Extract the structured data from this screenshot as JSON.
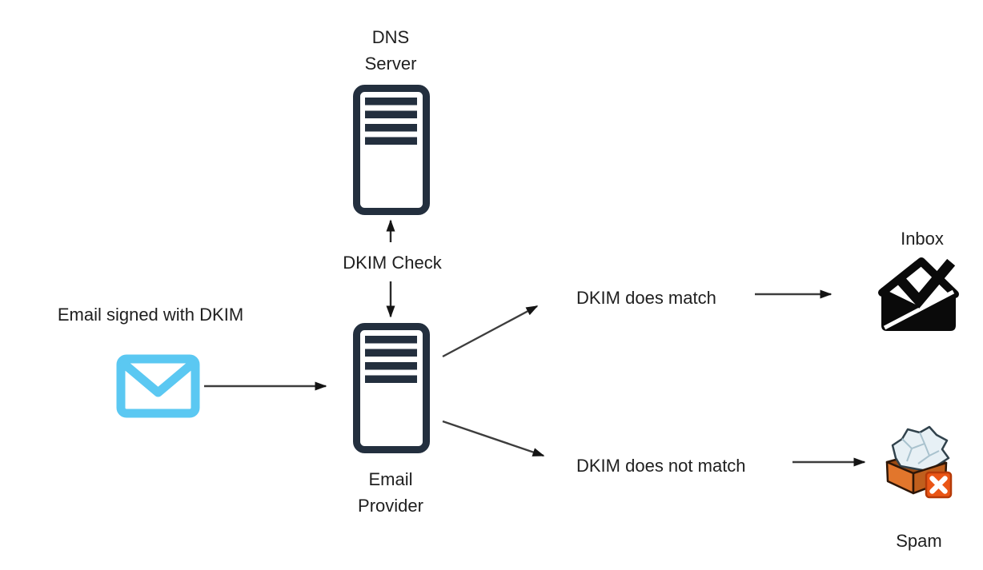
{
  "diagram": {
    "type": "flowchart",
    "nodes": {
      "email_signed": {
        "label": "Email signed with DKIM",
        "icon": "envelope-icon"
      },
      "dns_server": {
        "line1": "DNS",
        "line2": "Server",
        "icon": "server-icon"
      },
      "email_provider": {
        "line1": "Email",
        "line2": "Provider",
        "icon": "server-icon"
      },
      "inbox": {
        "label": "Inbox",
        "icon": "inbox-check-icon"
      },
      "spam": {
        "label": "Spam",
        "icon": "spam-trash-icon"
      }
    },
    "edges": {
      "dkim_check": {
        "label": "DKIM Check"
      },
      "match": {
        "label": "DKIM does match"
      },
      "no_match": {
        "label": "DKIM does not match"
      }
    },
    "colors": {
      "background": "#ffffff",
      "text": "#1f1f1f",
      "server_stroke": "#232F3E",
      "envelope_blue": "#5BC8F2",
      "arrow_line": "#3d3d3d",
      "arrow_head": "#141414",
      "inbox_black": "#0a0a0a",
      "spam_box_orange": "#E2762C",
      "spam_box_side": "#C05F1D",
      "spam_box_inside": "#9C4A12",
      "spam_badge_red": "#EA5616",
      "spam_paper": "#E7F0F5"
    }
  }
}
